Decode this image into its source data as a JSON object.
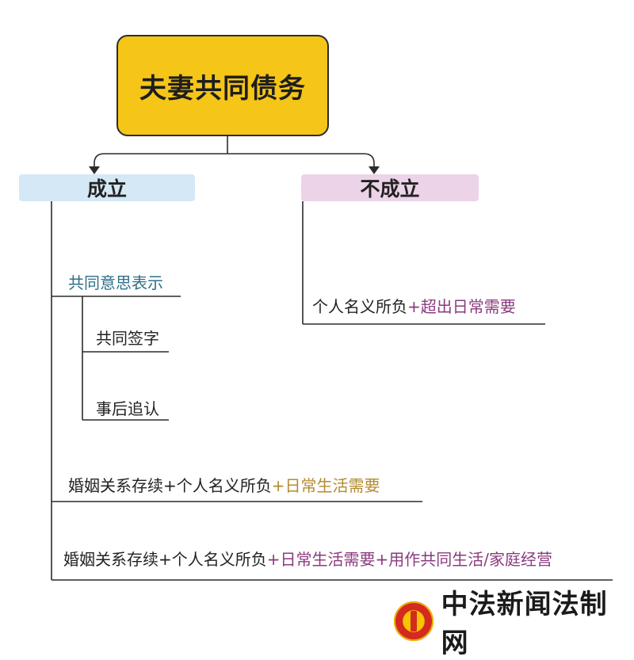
{
  "root": {
    "title": "夫妻共同债务"
  },
  "branches": {
    "established": {
      "title": "成立"
    },
    "not_established": {
      "title": "不成立"
    }
  },
  "established": {
    "common_intent": "共同意思表示",
    "joint_signature": "共同签字",
    "ratification": "事后追认",
    "daily_need": {
      "prefix": "婚姻关系存续+个人名义所负",
      "suffix": "+日常生活需要"
    },
    "joint_use": {
      "prefix": "婚姻关系存续+个人名义所负",
      "suffix": "+日常生活需要+用作共同生活/家庭经营"
    }
  },
  "not_established": {
    "item": {
      "prefix": "个人名义所负",
      "suffix": "+超出日常需要"
    }
  },
  "watermark": {
    "text": "中法新闻法制网"
  },
  "colors": {
    "root_fill": "#f5c518",
    "established_fill": "#d4e8f6",
    "not_established_fill": "#ecd3e8",
    "teal_text": "#2f6f87",
    "gold_text": "#b38b2f",
    "purple_text": "#8b3a7e"
  }
}
